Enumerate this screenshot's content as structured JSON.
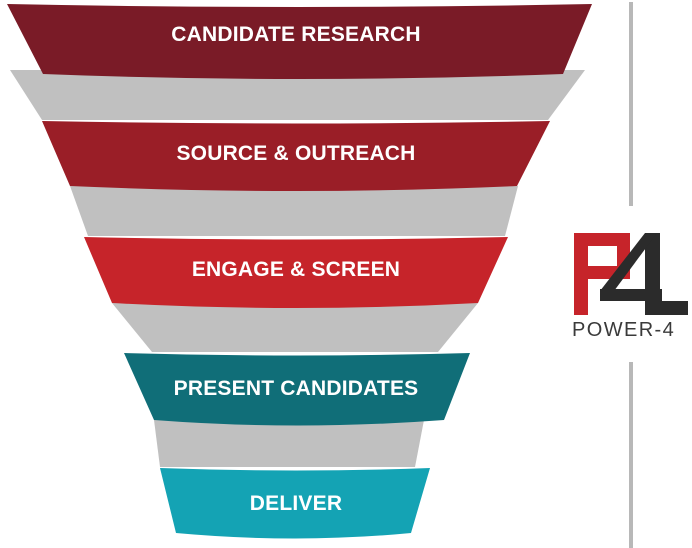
{
  "funnel": {
    "stages": [
      {
        "label": "CANDIDATE RESEARCH",
        "color": "#7a1b27"
      },
      {
        "label": "SOURCE & OUTREACH",
        "color": "#9a1e27"
      },
      {
        "label": "ENGAGE & SCREEN",
        "color": "#c6242a"
      },
      {
        "label": "PRESENT CANDIDATES",
        "color": "#106e78"
      },
      {
        "label": "DELIVER",
        "color": "#14a3b4"
      }
    ],
    "connector_color": "#c0c0c0"
  },
  "logo": {
    "text": "POWER-4",
    "mark_colors": {
      "p": "#c6242a",
      "four": "#2b2b2b"
    },
    "divider_color": "#b8b8b8"
  }
}
